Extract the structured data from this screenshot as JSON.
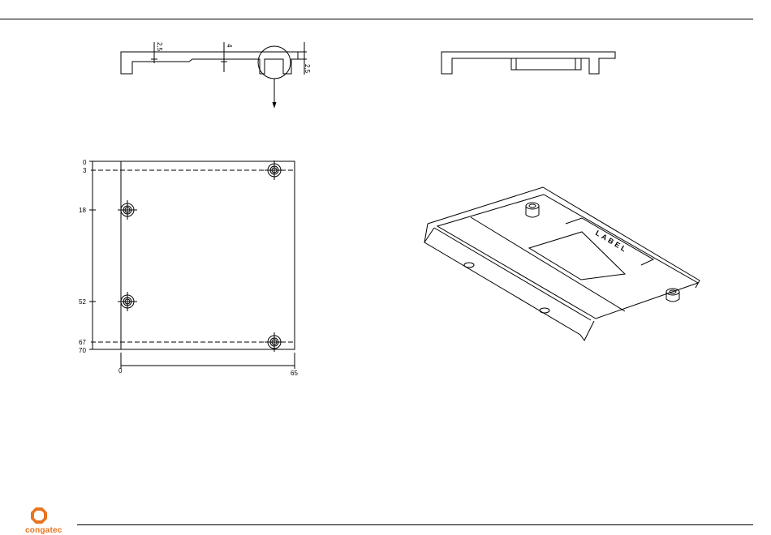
{
  "brand": {
    "name": "congatec",
    "color": "#e8741e",
    "icon": "congatec-octagon-logo-icon"
  },
  "side_view": {
    "dim_thickness_left": "2,5",
    "dim_step": "4",
    "dim_thickness_right": "2,5"
  },
  "perspective_view": {
    "label_text": "LABEL"
  },
  "top_view": {
    "y_dims": [
      "0",
      "3",
      "18",
      "52",
      "67",
      "70"
    ],
    "x_dims": [
      "0",
      "65"
    ]
  },
  "colors": {
    "line": "#000000",
    "background": "#ffffff"
  }
}
